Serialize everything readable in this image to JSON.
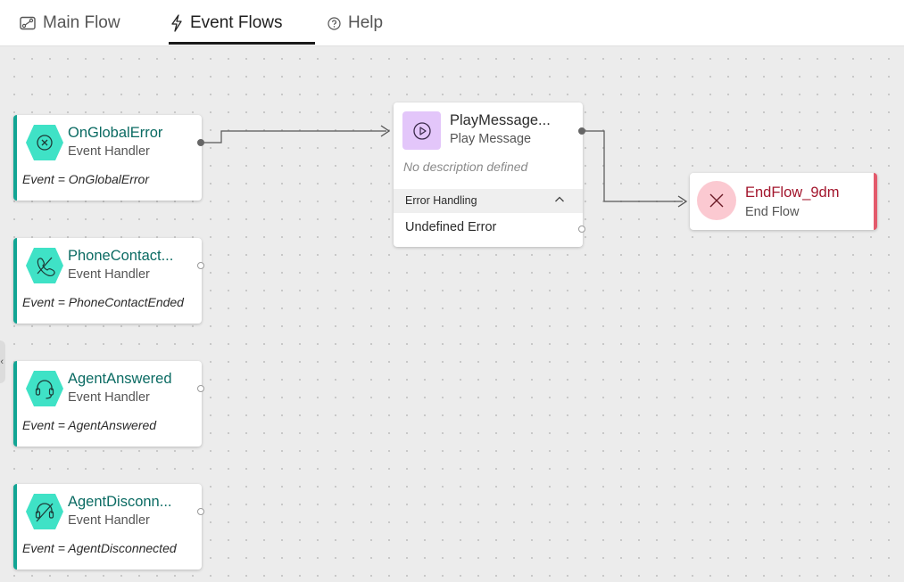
{
  "tabs": [
    {
      "label": "Main Flow",
      "icon": "flow-icon",
      "active": false
    },
    {
      "label": "Event Flows",
      "icon": "lightning-icon",
      "active": true
    },
    {
      "label": "Help",
      "icon": "help-icon",
      "active": false
    }
  ],
  "event_handlers": [
    {
      "title": "OnGlobalError",
      "type": "Event Handler",
      "event": "Event = OnGlobalError",
      "icon": "error-x-icon"
    },
    {
      "title": "PhoneContact...",
      "type": "Event Handler",
      "event": "Event = PhoneContactEnded",
      "icon": "phone-hangup-icon"
    },
    {
      "title": "AgentAnswered",
      "type": "Event Handler",
      "event": "Event = AgentAnswered",
      "icon": "headset-icon"
    },
    {
      "title": "AgentDisconn...",
      "type": "Event Handler",
      "event": "Event = AgentDisconnected",
      "icon": "headset-off-icon"
    }
  ],
  "play_message": {
    "title": "PlayMessage...",
    "type": "Play Message",
    "description": "No description defined",
    "error_handling_label": "Error Handling",
    "error_item": "Undefined Error",
    "icon": "play-icon"
  },
  "end_flow": {
    "title": "EndFlow_9dm",
    "type": "End Flow",
    "icon": "close-x-icon"
  },
  "colors": {
    "event_handler_accent": "#12a594",
    "event_handler_badge": "#3fe2c6",
    "play_badge": "#e3c6fa",
    "end_accent": "#e35a6c",
    "end_badge": "#fbc9d1"
  }
}
